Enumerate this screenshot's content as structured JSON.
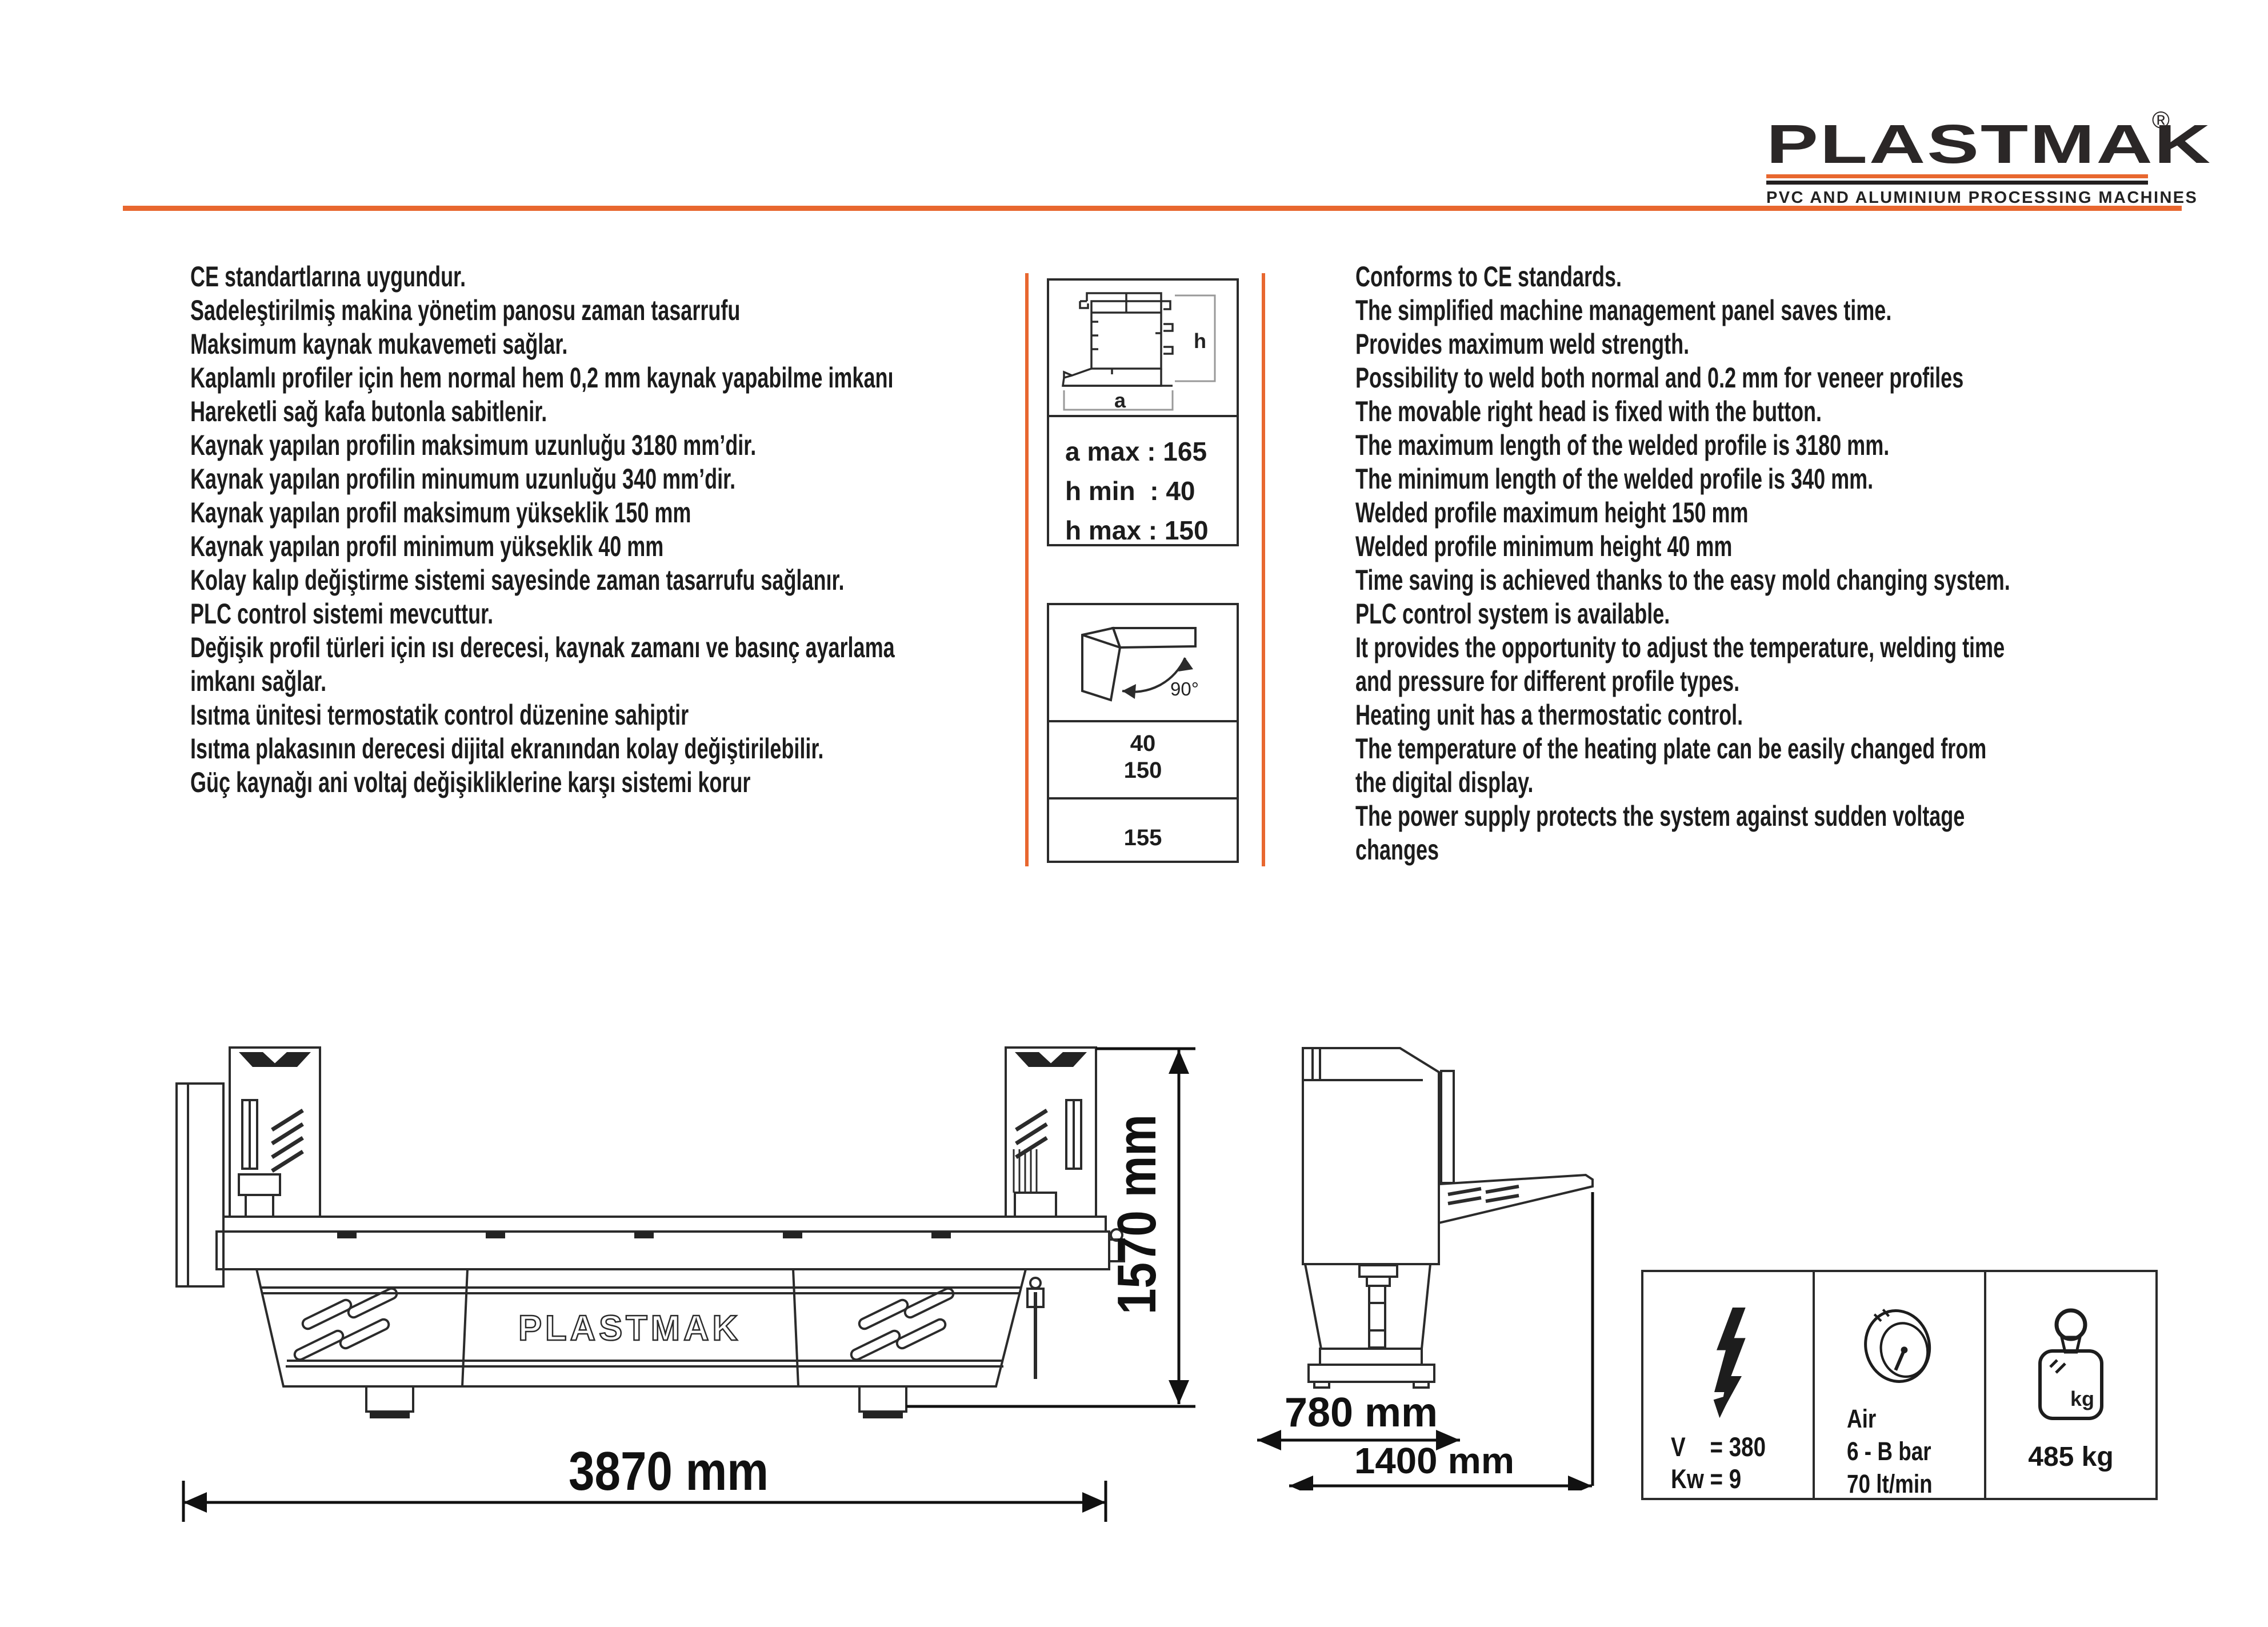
{
  "brand": {
    "name": "PLASTMAK",
    "reg": "®",
    "tagline": "PVC AND ALUMINIUM PROCESSING MACHINES"
  },
  "features_tr": [
    "CE standartlarına uygundur.",
    "Sadeleştirilmiş makina yönetim panosu zaman tasarrufu",
    "Maksimum kaynak mukavemeti sağlar.",
    "Kaplamlı profiler için hem normal hem 0,2 mm kaynak yapabilme imkanı",
    "Hareketli sağ kafa butonla sabitlenir.",
    "Kaynak yapılan profilin maksimum uzunluğu 3180 mm’dir.",
    "Kaynak yapılan profilin minumum uzunluğu 340 mm’dir.",
    "Kaynak yapılan profil maksimum yükseklik 150 mm",
    "Kaynak yapılan profil minimum yükseklik 40 mm",
    "Kolay kalıp değiştirme sistemi sayesinde zaman tasarrufu sağlanır.",
    "PLC control sistemi mevcuttur.",
    "Değişik profil türleri için ısı derecesi, kaynak zamanı ve basınç ayarlama",
    "imkanı sağlar.",
    "Isıtma ünitesi termostatik control düzenine sahiptir",
    "Isıtma plakasının derecesi dijital ekranından kolay değiştirilebilir.",
    "Güç kaynağı ani voltaj değişikliklerine karşı sistemi korur"
  ],
  "features_en": [
    "Conforms to CE standards.",
    "The simplified machine management panel saves time.",
    "Provides maximum weld strength.",
    "Possibility to weld both normal and 0.2 mm for veneer profiles",
    "The movable right head is fixed with the button.",
    "The maximum length of the welded profile is 3180 mm.",
    "The minimum length of the welded profile is 340 mm.",
    "Welded profile maximum height 150 mm",
    "Welded profile minimum height 40 mm",
    "Time saving is achieved thanks to the easy mold changing system.",
    "PLC control system is available.",
    "It provides the opportunity to adjust the temperature, welding time",
    "and pressure for different profile types.",
    "Heating unit has a thermostatic control.",
    "The temperature of the heating plate can be easily changed from",
    "the digital display.",
    "The power supply protects the system against sudden voltage",
    "changes"
  ],
  "profile_box": {
    "dim_h": "h",
    "dim_a": "a",
    "rows": [
      "a max : 165",
      "h min  : 40",
      "h max : 150"
    ]
  },
  "angle_box": {
    "angle": "90°",
    "values_mid": [
      "40",
      "150"
    ],
    "value_bottom": "155"
  },
  "front_view": {
    "label": "PLASTMAK",
    "width": "3870 mm",
    "height": "1570 mm"
  },
  "side_view": {
    "width": "780 mm",
    "total_width": "1400 mm"
  },
  "specs": {
    "power": [
      "V    = 380",
      "Kw = 9"
    ],
    "air": [
      "Air",
      "6 - B bar",
      "70 lt/min"
    ],
    "weight": "485 kg",
    "weight_unit": "kg"
  },
  "colors": {
    "accent": "#E8672F",
    "ink": "#2b2b2b"
  }
}
